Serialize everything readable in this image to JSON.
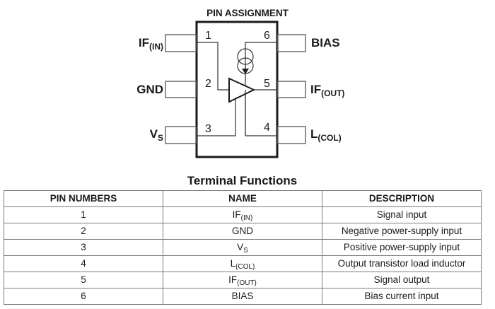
{
  "diagram": {
    "title": "PIN ASSIGNMENT",
    "pins": [
      {
        "number": "1",
        "name": "IF",
        "sub": "(IN)",
        "side": "left"
      },
      {
        "number": "2",
        "name": "GND",
        "sub": "",
        "side": "left"
      },
      {
        "number": "3",
        "name": "V",
        "sub": "S",
        "side": "left"
      },
      {
        "number": "4",
        "name": "L",
        "sub": "(COL)",
        "side": "right"
      },
      {
        "number": "5",
        "name": "IF",
        "sub": "(OUT)",
        "side": "right"
      },
      {
        "number": "6",
        "name": "BIAS",
        "sub": "",
        "side": "right"
      }
    ],
    "symbols": {
      "amplifier": "amplifier-triangle-icon",
      "current_source": "current-source-icon"
    }
  },
  "table": {
    "title": "Terminal Functions",
    "headers": [
      "PIN NUMBERS",
      "NAME",
      "DESCRIPTION"
    ],
    "rows": [
      {
        "pin": "1",
        "name": "IF",
        "sub": "(IN)",
        "description": "Signal input"
      },
      {
        "pin": "2",
        "name": "GND",
        "sub": "",
        "description": "Negative power-supply input"
      },
      {
        "pin": "3",
        "name": "V",
        "sub": "S",
        "description": "Positive power-supply input"
      },
      {
        "pin": "4",
        "name": "L",
        "sub": "(COL)",
        "description": "Output transistor load inductor"
      },
      {
        "pin": "5",
        "name": "IF",
        "sub": "(OUT)",
        "description": "Signal output"
      },
      {
        "pin": "6",
        "name": "BIAS",
        "sub": "",
        "description": "Bias current input"
      }
    ]
  }
}
